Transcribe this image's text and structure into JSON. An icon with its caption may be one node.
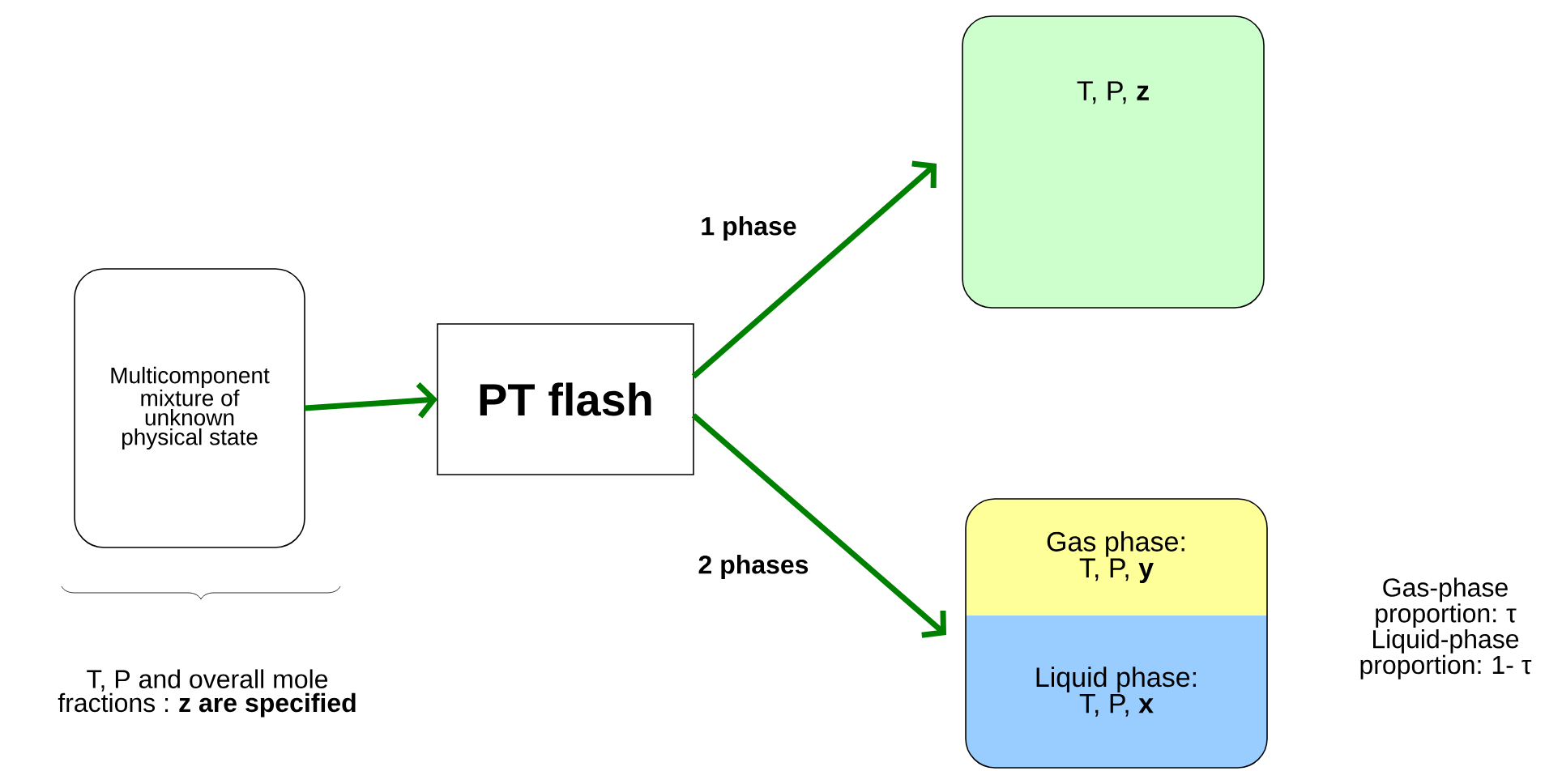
{
  "diagram": {
    "nodes": [
      {
        "text": [
          "Multicomponent mixture of unknown physical state"
        ]
      },
      {
        "text": [
          "PT flash"
        ]
      },
      {
        "text": [
          "T, P, **z**"
        ]
      },
      {
        "text": [],
        "shape": "box",
        "beside": [
          "Gas-phase proportion: τ Liquid-phase proportion: 1- τ"
        ]
      },
      {
        "text": [
          "Gas phase: T, P, **y**"
        ],
        "in": 3
      },
      {
        "text": [
          "Liquid phase: T, P, **x**"
        ],
        "in": 3
      }
    ],
    "edges": [
      {
        "from": 0,
        "to": 1,
        "arrow": "to"
      },
      {
        "from": 1,
        "to": 2,
        "arrow": "to",
        "label": "1 phase"
      },
      {
        "from": 1,
        "to": 3,
        "arrow": "to",
        "label": "2 phases"
      }
    ],
    "labels": [
      "T, P and overall mole fractions : **z are specified**"
    ]
  }
}
